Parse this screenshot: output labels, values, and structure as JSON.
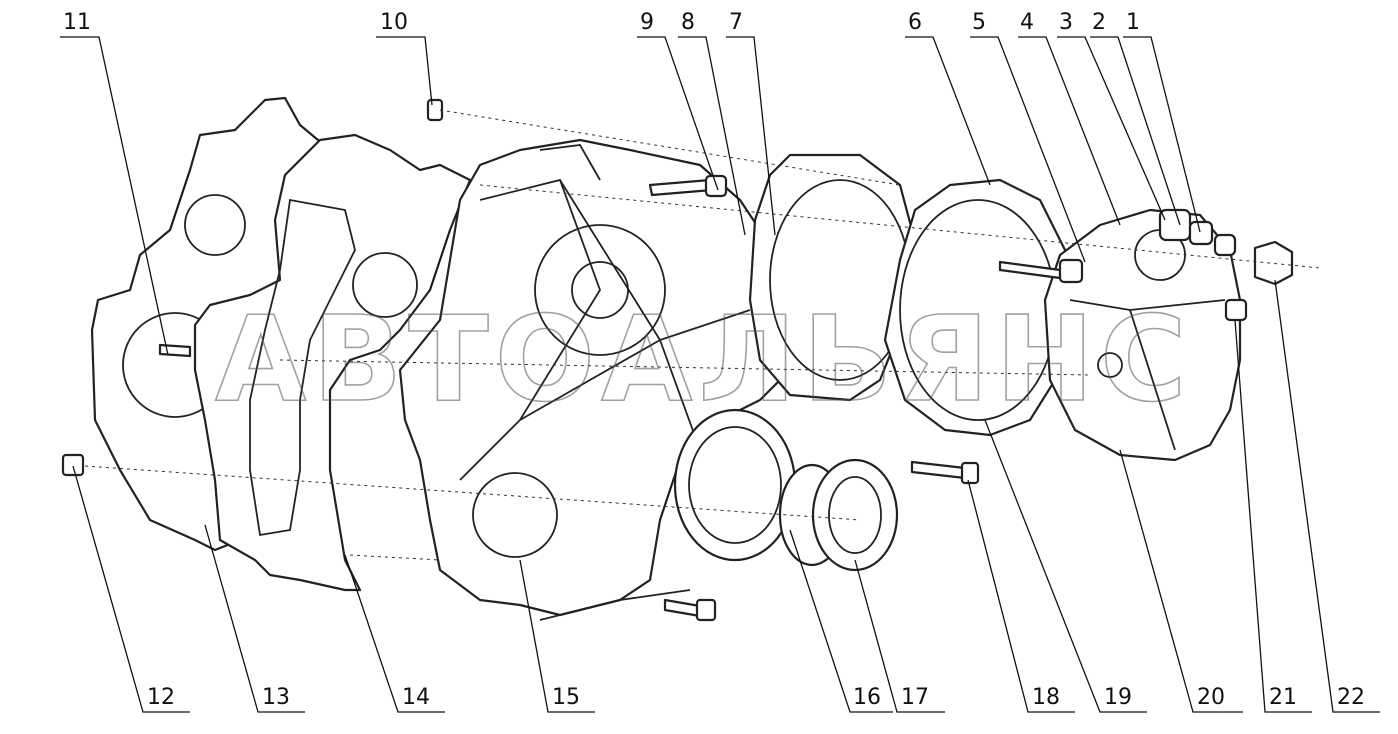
{
  "watermark": "АВТОАЛЬЯНС",
  "callouts": [
    "1",
    "2",
    "3",
    "4",
    "5",
    "6",
    "7",
    "8",
    "9",
    "10",
    "11",
    "12",
    "13",
    "14",
    "15",
    "16",
    "17",
    "18",
    "19",
    "20",
    "21",
    "22"
  ]
}
